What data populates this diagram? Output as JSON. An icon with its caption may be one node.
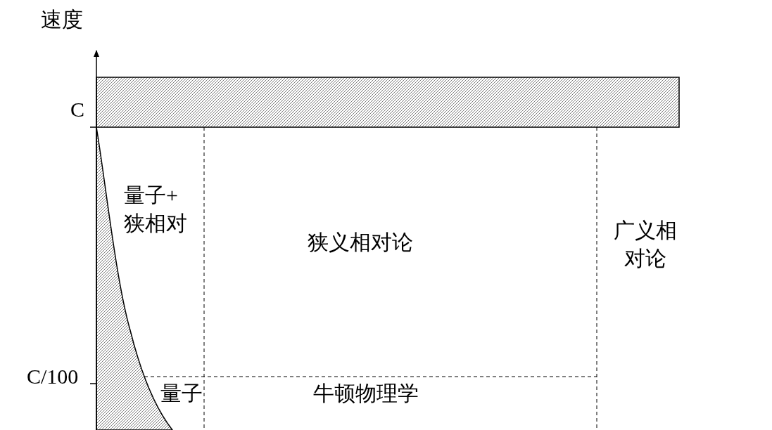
{
  "diagram": {
    "nodes": [
      {
        "text": [],
        "shape": "bar"
      },
      {
        "text": [],
        "shape": "area"
      }
    ],
    "labels": [
      "速度",
      "C",
      "量子+狭相对",
      "狭义相对论",
      "广义相对论",
      "C/100",
      "量子",
      "牛顿物理学"
    ]
  }
}
